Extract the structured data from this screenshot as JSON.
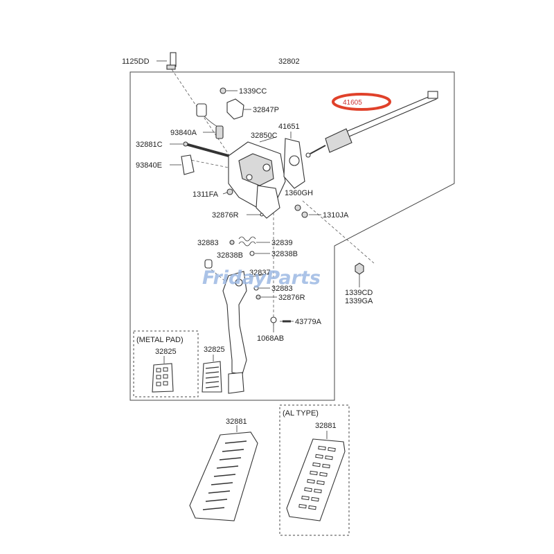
{
  "labels": {
    "p1125DD": "1125DD",
    "p32802": "32802",
    "p1339CC": "1339CC",
    "p32847P": "32847P",
    "p93840A": "93840A",
    "p32881C": "32881C",
    "p32850C": "32850C",
    "p41651": "41651",
    "p41605": "41605",
    "p93840E": "93840E",
    "p1311FA": "1311FA",
    "p1360GH": "1360GH",
    "p1310JA": "1310JA",
    "p32876R_a": "32876R",
    "p32883_a": "32883",
    "p32839": "32839",
    "p32838B_a": "32838B",
    "p32838B_b": "32838B",
    "p1339CD": "1339CD",
    "p1339GA": "1339GA",
    "p32837": "32837",
    "p32883_b": "32883",
    "p32876R_b": "32876R",
    "p43779A": "43779A",
    "p1068AB": "1068AB",
    "metal_pad_title": "(METAL PAD)",
    "p32825_a": "32825",
    "p32825_b": "32825",
    "al_type_title": "(AL TYPE)",
    "p32881_a": "32881",
    "p32881_b": "32881"
  },
  "watermark": "FridayParts",
  "highlight_color": "#e0412a",
  "watermark_color": "#9db9e3"
}
